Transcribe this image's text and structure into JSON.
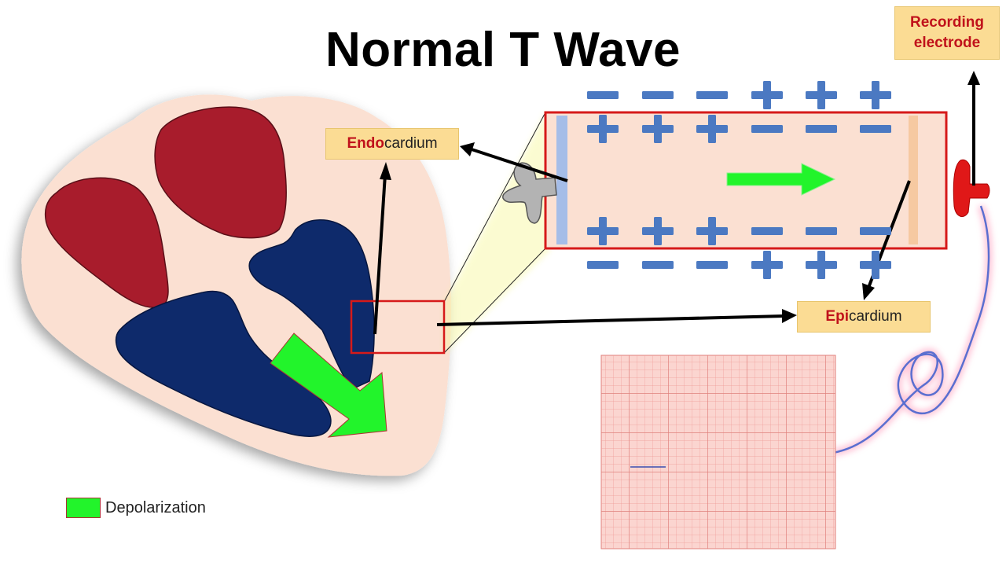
{
  "title": "Normal T Wave",
  "labels": {
    "endocardium": {
      "highlight": "Endo",
      "rest": "cardium"
    },
    "epicardium": {
      "highlight": "Epi",
      "rest": "cardium"
    },
    "recording_electrode": {
      "line1": "Recording",
      "line2": "electrode"
    }
  },
  "legend": {
    "depolarization_label": "Depolarization"
  },
  "charges": {
    "outer_top": [
      "−",
      "−",
      "−",
      "+",
      "+",
      "+"
    ],
    "inner_top": [
      "+",
      "+",
      "+",
      "−",
      "−",
      "−"
    ],
    "inner_bottom": [
      "+",
      "+",
      "+",
      "−",
      "−",
      "−"
    ],
    "outer_bottom": [
      "−",
      "−",
      "−",
      "+",
      "+",
      "+"
    ]
  },
  "colors": {
    "depolarization": "#22f42b",
    "atria": "#a81c2c",
    "ventricles": "#0e2a6b",
    "charge_sign": "#4b79c2",
    "highlight_box": "#d61a1a",
    "label_fill": "#fbdc94",
    "ecg_grid": "#f2a8a4",
    "electrode": "#e01818"
  }
}
